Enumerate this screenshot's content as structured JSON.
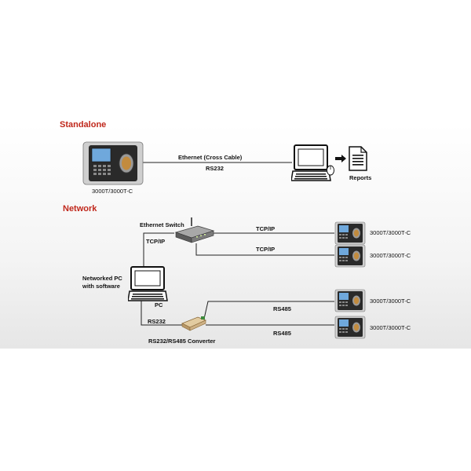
{
  "standalone": {
    "heading": "Standalone",
    "device_label": "3000T/3000T-C",
    "link_label_1": "Ethernet  (Cross Cable)",
    "link_label_2": "RS232",
    "reports_label": "Reports"
  },
  "network": {
    "heading": "Network",
    "switch_label": "Ethernet Switch",
    "pc_uplink_label": "TCP/IP",
    "tcp_label_1": "TCP/IP",
    "tcp_label_2": "TCP/IP",
    "pc_caption_1": "Networked PC",
    "pc_caption_2": "with software",
    "pc_label": "PC",
    "rs232_label": "RS232",
    "converter_label": "RS232/RS485 Converter",
    "rs485_label_1": "RS485",
    "rs485_label_2": "RS485",
    "devices": [
      "3000T/3000T-C",
      "3000T/3000T-C",
      "3000T/3000T-C",
      "3000T/3000T-C"
    ]
  },
  "colors": {
    "heading": "#c0281c",
    "wire": "#222222",
    "device_body": "#2a2a2a",
    "device_silver": "#c8c8c8",
    "screen": "#6fa8dc"
  }
}
